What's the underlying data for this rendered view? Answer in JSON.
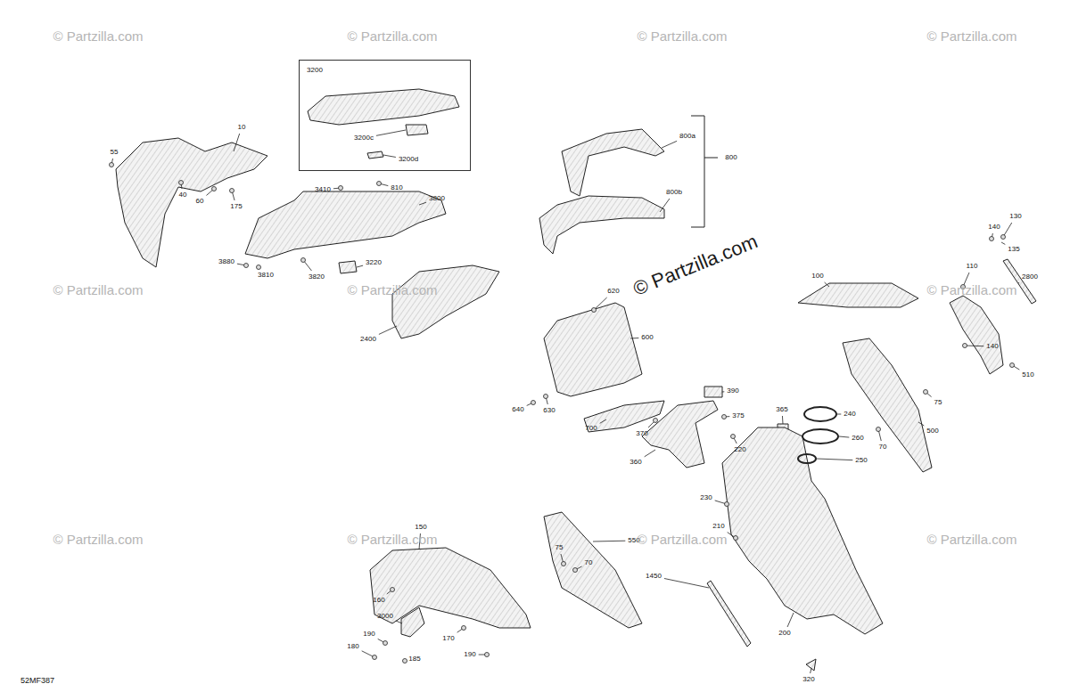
{
  "diagram": {
    "nodes": [
      {
        "text": [
          "3200",
          "3200c",
          "3200d"
        ]
      }
    ],
    "labels": [
      "10",
      "55",
      "40",
      "60",
      "175",
      "3410",
      "810",
      "3800",
      "3880",
      "3810",
      "3820",
      "3220",
      "2400",
      "800a",
      "800",
      "800b",
      "130",
      "140",
      "135",
      "110",
      "2800",
      "100",
      "620",
      "600",
      "140",
      "510",
      "390",
      "375",
      "365",
      "240",
      "75",
      "640",
      "630",
      "700",
      "370",
      "260",
      "70",
      "500",
      "360",
      "220",
      "250",
      "230",
      "210",
      "150",
      "75",
      "70",
      "550",
      "1450",
      "160",
      "3000",
      "170",
      "190",
      "180",
      "185",
      "190",
      "200",
      "320",
      "52MF387",
      "© Partzilla.com",
      "© Partzilla.com",
      "© Partzilla.com",
      "© Partzilla.com",
      "© Partzilla.com",
      "© Partzilla.com",
      "© Partzilla.com",
      "© Partzilla.com",
      "© Partzilla.com",
      "© Partzilla.com",
      "© Partzilla.com",
      "© Partzilla.com"
    ]
  }
}
